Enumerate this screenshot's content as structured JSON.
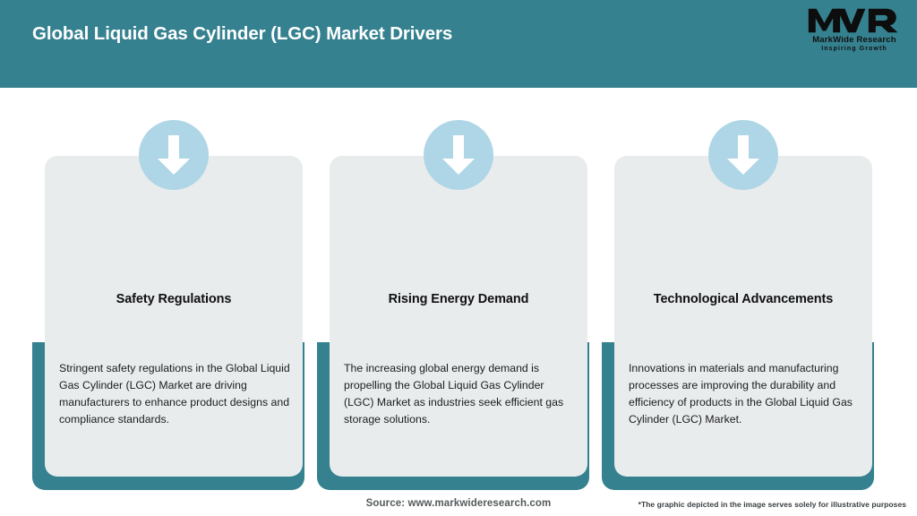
{
  "header": {
    "title": "Global Liquid Gas Cylinder (LGC) Market Drivers",
    "background_color": "#35818F",
    "title_color": "#FFFFFF"
  },
  "logo": {
    "mark": "MWR",
    "name": "MarkWide Research",
    "tagline": "Inspiring Growth"
  },
  "cards": [
    {
      "icon": "down-arrow-icon",
      "title": "Safety Regulations",
      "body": "Stringent safety regulations in the Global Liquid Gas Cylinder (LGC) Market are driving manufacturers to enhance product designs and compliance standards."
    },
    {
      "icon": "down-arrow-icon",
      "title": "Rising Energy Demand",
      "body": "The increasing global energy demand is propelling the Global Liquid Gas Cylinder (LGC) Market as industries seek efficient gas storage solutions."
    },
    {
      "icon": "down-arrow-icon",
      "title": "Technological Advancements",
      "body": "Innovations in materials and manufacturing processes are improving the durability and efficiency of products in the Global Liquid Gas Cylinder (LGC) Market."
    }
  ],
  "footer": {
    "source": "Source: www.markwideresearch.com",
    "disclaimer": "*The graphic depicted in the image serves solely for illustrative purposes"
  },
  "colors": {
    "accent_teal": "#35818F",
    "card_face": "#E8ECED",
    "icon_circle": "#AFD6E6",
    "icon_arrow": "#FFFFFF"
  }
}
